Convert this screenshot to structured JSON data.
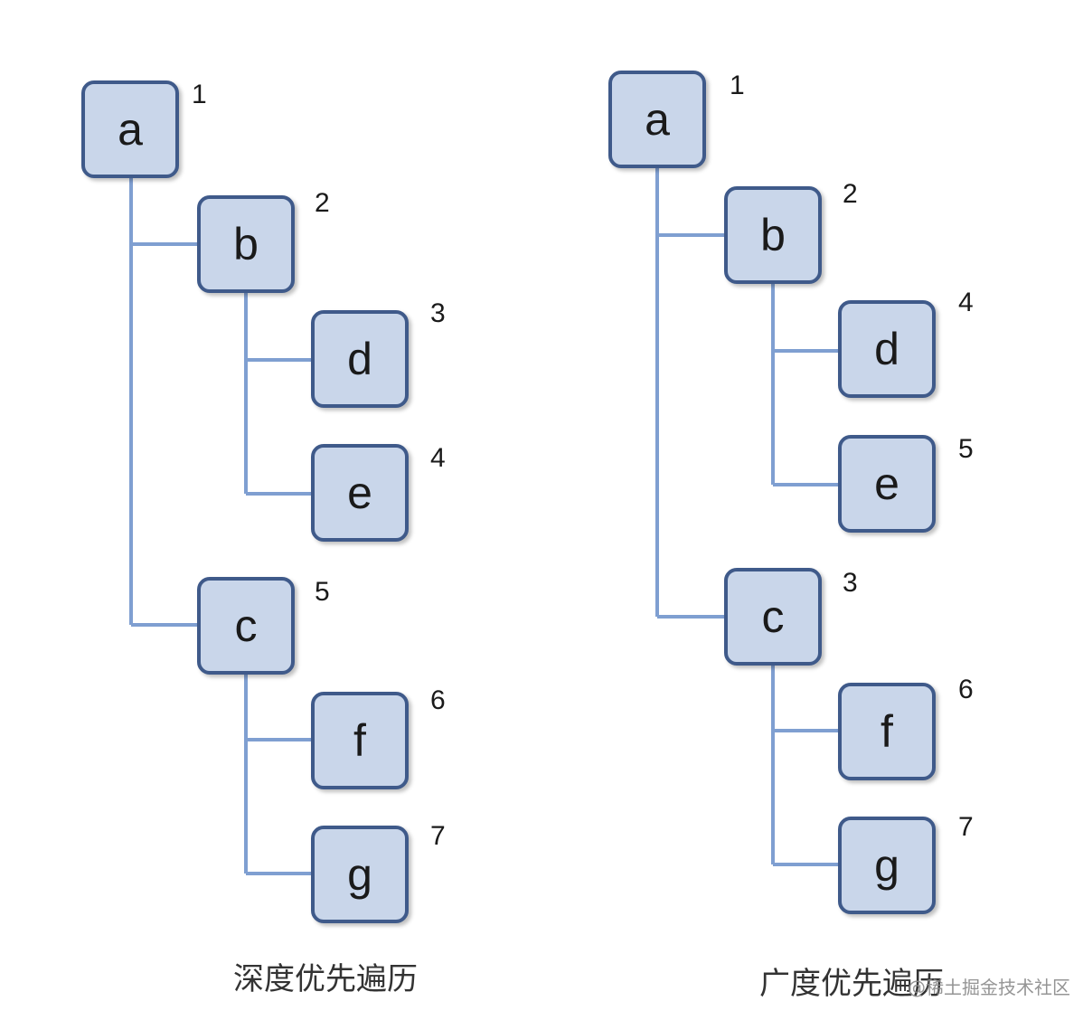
{
  "colors": {
    "connector": "#7f9fd1",
    "node_fill": "#c9d6ea",
    "node_border": "#3f5a8a"
  },
  "dfs": {
    "caption": "深度优先遍历",
    "nodes": {
      "a": {
        "label": "a",
        "order": "1"
      },
      "b": {
        "label": "b",
        "order": "2"
      },
      "d": {
        "label": "d",
        "order": "3"
      },
      "e": {
        "label": "e",
        "order": "4"
      },
      "c": {
        "label": "c",
        "order": "5"
      },
      "f": {
        "label": "f",
        "order": "6"
      },
      "g": {
        "label": "g",
        "order": "7"
      }
    }
  },
  "bfs": {
    "caption": "广度优先遍历",
    "nodes": {
      "a": {
        "label": "a",
        "order": "1"
      },
      "b": {
        "label": "b",
        "order": "2"
      },
      "d": {
        "label": "d",
        "order": "4"
      },
      "e": {
        "label": "e",
        "order": "5"
      },
      "c": {
        "label": "c",
        "order": "3"
      },
      "f": {
        "label": "f",
        "order": "6"
      },
      "g": {
        "label": "g",
        "order": "7"
      }
    }
  },
  "watermark": "@稀土掘金技术社区"
}
